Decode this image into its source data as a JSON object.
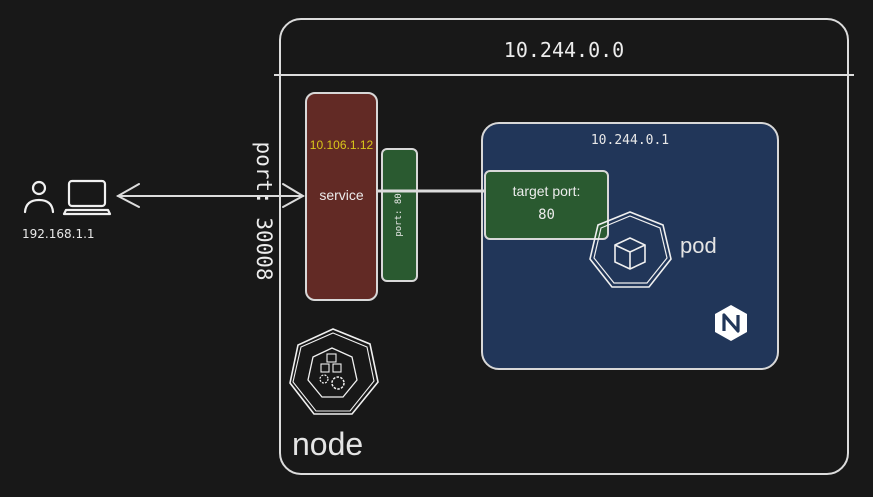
{
  "node": {
    "network_cidr_label": "10.244.0.0",
    "label": "node",
    "icon": "kubernetes-node-icon"
  },
  "client": {
    "ip": "192.168.1.1",
    "icons": [
      "user-icon",
      "laptop-icon"
    ]
  },
  "node_port": {
    "label": "port: 30008"
  },
  "service": {
    "cluster_ip": "10.106.1.12",
    "label": "service",
    "port_label": "port: 80"
  },
  "pod": {
    "ip": "10.244.0.1",
    "label": "pod",
    "target_port_label": "target port:",
    "target_port_value": "80",
    "icon": "kubernetes-pod-icon",
    "app_icon": "nginx-icon"
  },
  "colors": {
    "background": "#181818",
    "service_fill": "#622a25",
    "port_fill": "#2a5a30",
    "pod_fill": "#213659",
    "cluster_ip_text": "#d8c71a",
    "stroke": "#dcdcdc"
  }
}
